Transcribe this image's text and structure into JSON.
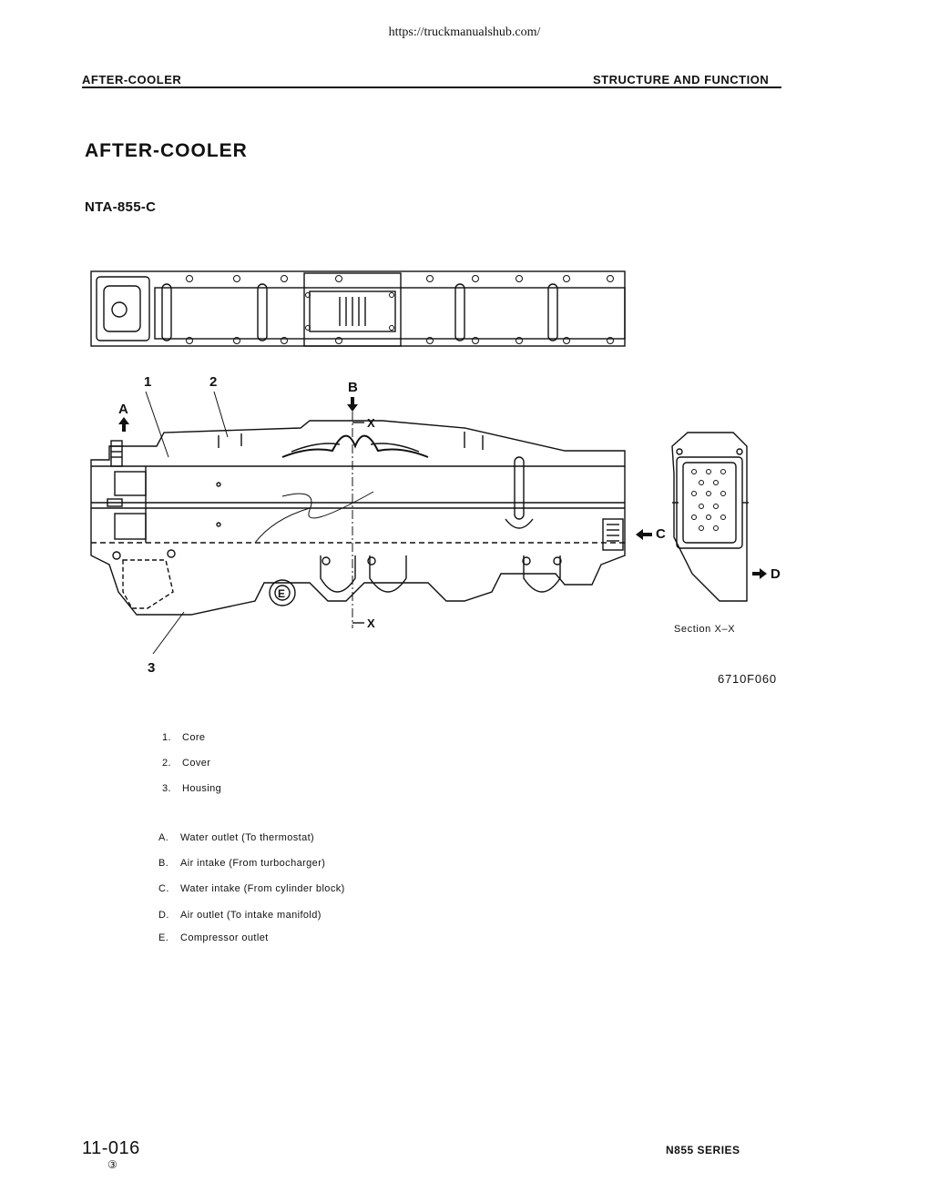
{
  "source_url": "https://truckmanualshub.com/",
  "header": {
    "left": "AFTER-COOLER",
    "right": "STRUCTURE AND FUNCTION"
  },
  "title": "AFTER-COOLER",
  "model": "NTA-855-C",
  "figure": {
    "callouts": {
      "n1": "1",
      "n2": "2",
      "n3": "3",
      "a": "A",
      "b": "B",
      "c": "C",
      "d": "D",
      "e": "E",
      "x": "X"
    },
    "section_label": "Section X–X",
    "figure_code": "6710F060"
  },
  "parts": [
    {
      "num": "1.",
      "label": "Core"
    },
    {
      "num": "2.",
      "label": "Cover"
    },
    {
      "num": "3.",
      "label": "Housing"
    }
  ],
  "flows": [
    {
      "letter": "A.",
      "label": "Water outlet (To thermostat)"
    },
    {
      "letter": "B.",
      "label": "Air intake (From turbocharger)"
    },
    {
      "letter": "C.",
      "label": "Water intake (From cylinder block)"
    },
    {
      "letter": "D.",
      "label": "Air outlet (To intake manifold)"
    },
    {
      "letter": "E.",
      "label": "Compressor outlet"
    }
  ],
  "footer": {
    "page": "11-016",
    "revision": "③",
    "series": "N855 SERIES"
  }
}
